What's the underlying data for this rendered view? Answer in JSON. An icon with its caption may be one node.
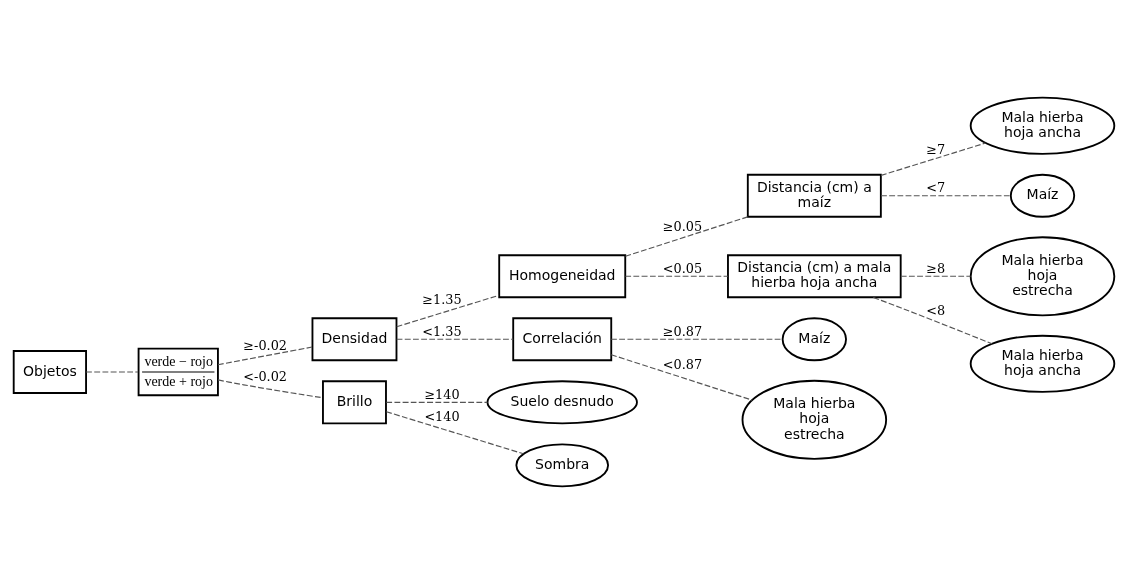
{
  "diagram": {
    "nodes": [
      {
        "text": [
          "Objetos"
        ]
      },
      {
        "text": [
          "verde − rojo",
          "verde + rojo"
        ]
      },
      {
        "text": [
          "Densidad"
        ]
      },
      {
        "text": [
          "Brillo"
        ]
      },
      {
        "text": [
          "Homogeneidad"
        ]
      },
      {
        "text": [
          "Correlación"
        ]
      },
      {
        "text": [
          "Distancia (cm) a maíz"
        ]
      },
      {
        "text": [
          "Distancia (cm) a mala hierba hoja ancha"
        ]
      },
      {
        "text": [
          "Mala hierba hoja ancha"
        ]
      },
      {
        "text": [
          "Maíz"
        ]
      },
      {
        "text": [
          "Mala hierba hoja estrecha"
        ]
      },
      {
        "text": [
          "Mala hierba hoja ancha"
        ]
      },
      {
        "text": [
          "Maíz"
        ]
      },
      {
        "text": [
          "Mala hierba hoja estrecha"
        ]
      },
      {
        "text": [
          "Suelo desnudo"
        ]
      },
      {
        "text": [
          "Sombra"
        ]
      }
    ],
    "edges": [
      {
        "from": 0,
        "to": 1,
        "arrow": "none"
      },
      {
        "from": 1,
        "to": 2,
        "arrow": "none",
        "label": "≥-0.02"
      },
      {
        "from": 1,
        "to": 3,
        "arrow": "none",
        "label": "<-0.02"
      },
      {
        "from": 2,
        "to": 4,
        "arrow": "none",
        "label": "≥1.35"
      },
      {
        "from": 2,
        "to": 5,
        "arrow": "none",
        "label": "<1.35"
      },
      {
        "from": 4,
        "to": 6,
        "arrow": "none",
        "label": "≥0.05"
      },
      {
        "from": 4,
        "to": 7,
        "arrow": "none",
        "label": "<0.05"
      },
      {
        "from": 6,
        "to": 8,
        "arrow": "none",
        "label": "≥7"
      },
      {
        "from": 6,
        "to": 9,
        "arrow": "none",
        "label": "<7"
      },
      {
        "from": 7,
        "to": 10,
        "arrow": "none",
        "label": "≥8"
      },
      {
        "from": 7,
        "to": 11,
        "arrow": "none",
        "label": "<8"
      },
      {
        "from": 5,
        "to": 12,
        "arrow": "none",
        "label": "≥0.87"
      },
      {
        "from": 5,
        "to": 13,
        "arrow": "none",
        "label": "<0.87"
      },
      {
        "from": 3,
        "to": 14,
        "arrow": "none",
        "label": "≥140"
      },
      {
        "from": 3,
        "to": 15,
        "arrow": "none",
        "label": "<140"
      }
    ]
  }
}
